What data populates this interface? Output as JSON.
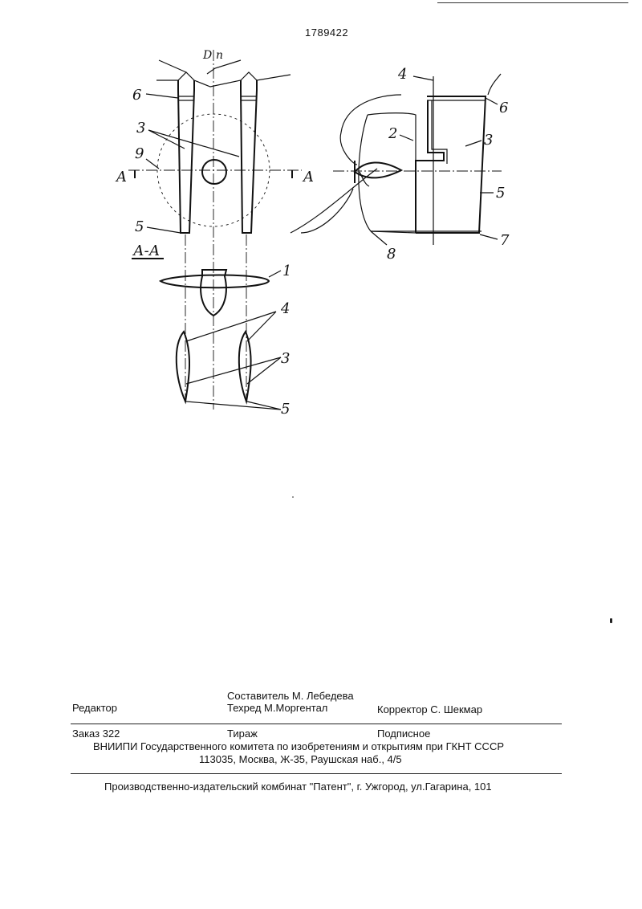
{
  "header": {
    "patent_number": "1789422"
  },
  "figure": {
    "front_view_labels": {
      "axis_labels": [
        "D",
        "п"
      ],
      "part_numbers": [
        "6",
        "3",
        "9",
        "5"
      ],
      "section_marks": [
        "A",
        "A"
      ]
    },
    "section_title": "А-А",
    "section_labels": [
      "1",
      "4",
      "3",
      "5"
    ],
    "side_view_labels": [
      "4",
      "6",
      "2",
      "3",
      "5",
      "7",
      "8"
    ]
  },
  "imprint": {
    "editor_label": "Редактор",
    "compiler": "Составитель  М. Лебедева",
    "techred": "Техред М.Моргентал",
    "corrector": "Корректор  С. Шекмар",
    "order": "Заказ  322",
    "circulation": "Тираж",
    "subscription": "Подписное",
    "institute": "ВНИИПИ Государственного комитета по изобретениям и открытиям при ГКНТ СССР",
    "address": "113035, Москва, Ж-35, Раушская наб., 4/5",
    "publisher": "Производственно-издательский комбинат \"Патент\", г. Ужгород, ул.Гагарина, 101"
  }
}
